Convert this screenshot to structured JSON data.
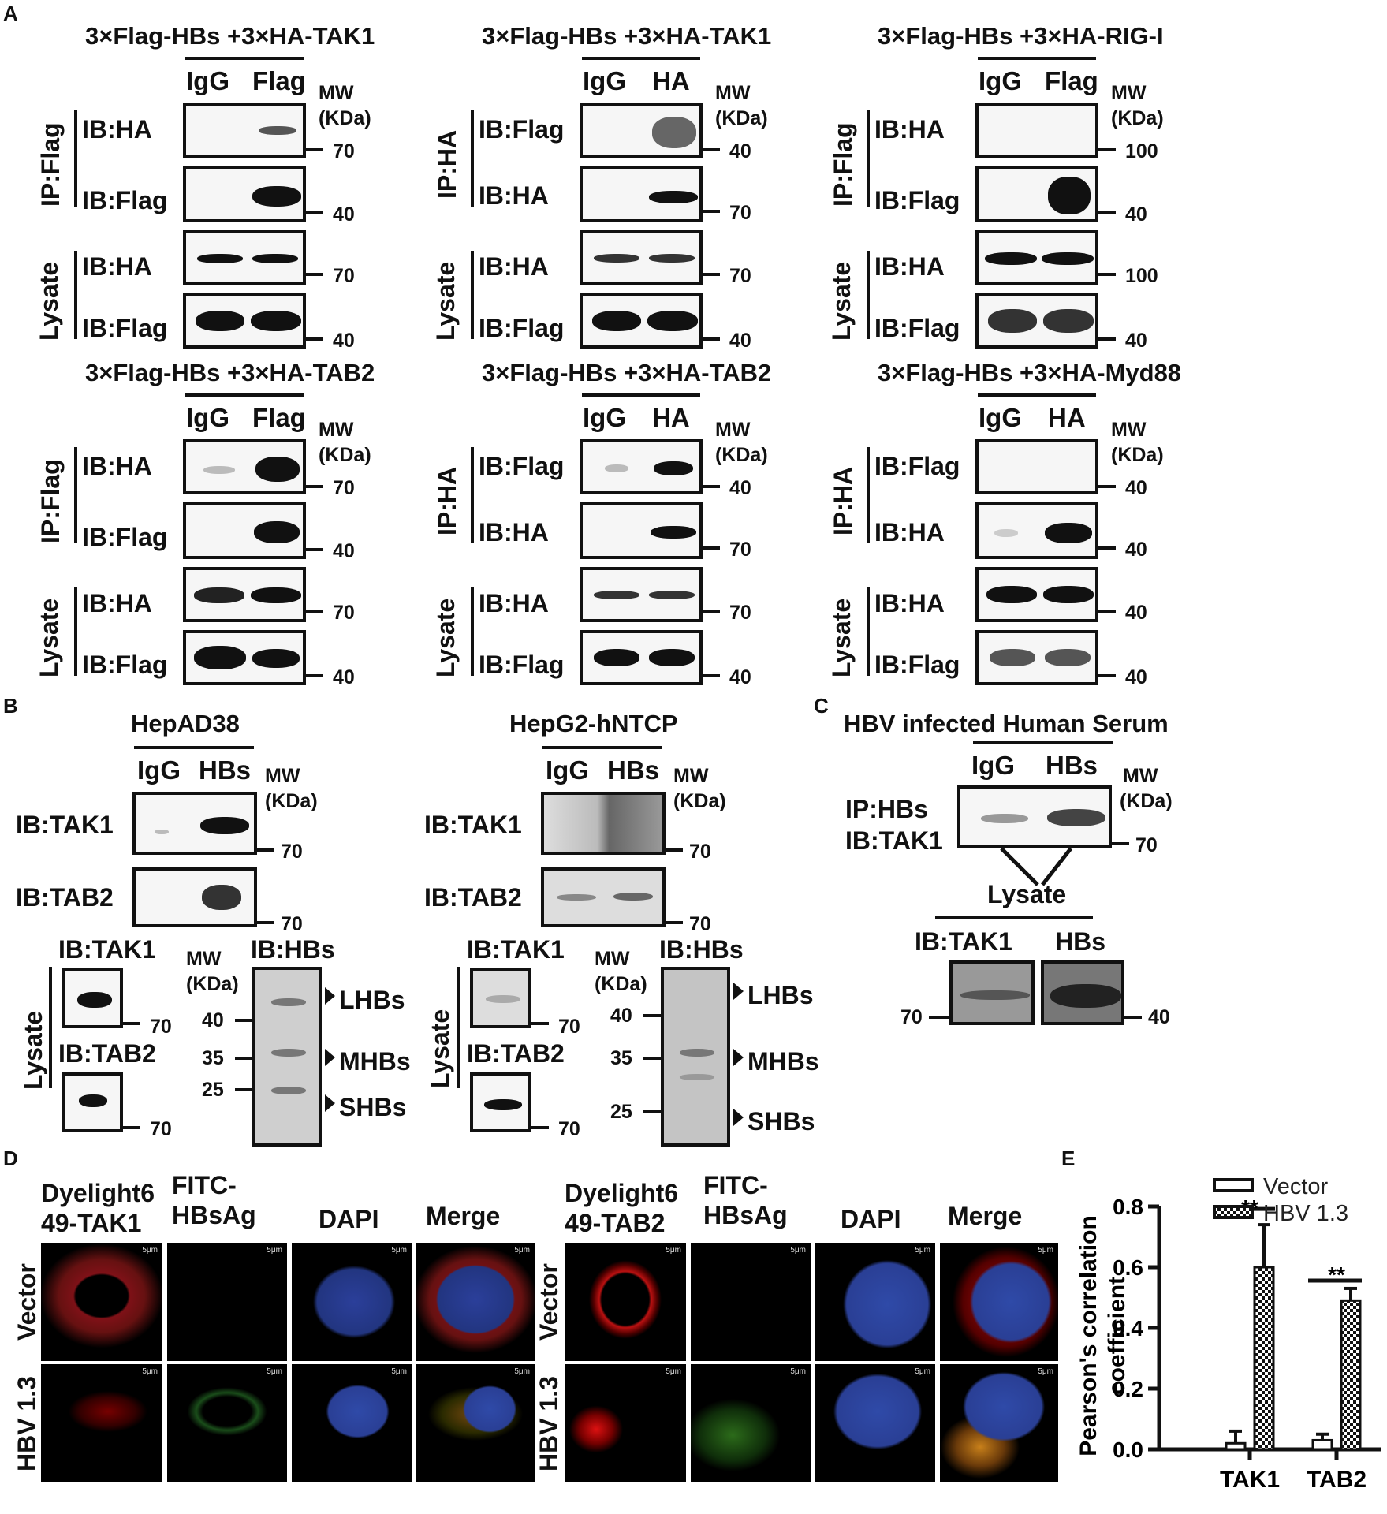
{
  "panels": {
    "A": "A",
    "B": "B",
    "C": "C",
    "D": "D",
    "E": "E"
  },
  "panelA": {
    "titles": [
      "3×Flag-HBs +3×HA-TAK1",
      "3×Flag-HBs +3×HA-TAK1",
      "3×Flag-HBs +3×HA-RIG-I",
      "3×Flag-HBs +3×HA-TAB2",
      "3×Flag-HBs +3×HA-TAB2",
      "3×Flag-HBs +3×HA-Myd88"
    ],
    "lanes_flag": [
      "IgG",
      "Flag"
    ],
    "lanes_ha": [
      "IgG",
      "HA"
    ],
    "ip_flag": "IP:Flag",
    "ip_ha": "IP:HA",
    "lysate": "Lysate",
    "ib_ha": "IB:HA",
    "ib_flag": "IB:Flag",
    "mw": "MW",
    "kda": "(KDa)",
    "m70": "70",
    "m40": "40",
    "m100": "100"
  },
  "panelB": {
    "title1": "HepAD38",
    "title2": "HepG2-hNTCP",
    "lanes": [
      "IgG",
      "HBs"
    ],
    "ib_tak1": "IB:TAK1",
    "ib_tab2": "IB:TAB2",
    "ib_hbs": "IB:HBs",
    "lysate": "Lysate",
    "mw": "MW",
    "kda": "(KDa)",
    "m70": "70",
    "m40": "40",
    "m35": "35",
    "m25": "25",
    "lhbs": "LHBs",
    "mhbs": "MHBs",
    "shbs": "SHBs"
  },
  "panelC": {
    "title": "HBV infected Human Serum",
    "lanes": [
      "IgG",
      "HBs"
    ],
    "ip": "IP:HBs",
    "ib": "IB:TAK1",
    "lysate": "Lysate",
    "lys_ib": "IB:TAK1",
    "lys_hbs": "HBs",
    "mw": "MW",
    "kda": "(KDa)",
    "m70": "70",
    "m40": "40"
  },
  "panelD": {
    "cols_left": [
      "Dyelight6\n49-TAK1",
      "FITC-\nHBsAg",
      "DAPI",
      "Merge"
    ],
    "cols_right": [
      "Dyelight6\n49-TAB2",
      "FITC-\nHBsAg",
      "DAPI",
      "Merge"
    ],
    "rows": [
      "Vector",
      "HBV 1.3"
    ],
    "scale": "5μm"
  },
  "chart_data": {
    "type": "bar",
    "categories": [
      "TAK1",
      "TAB2"
    ],
    "series": [
      {
        "name": "Vector",
        "values": [
          0.02,
          0.03
        ],
        "errors": [
          0.04,
          0.02
        ],
        "pattern": "white"
      },
      {
        "name": "HBV 1.3",
        "values": [
          0.6,
          0.49
        ],
        "errors": [
          0.14,
          0.04
        ],
        "pattern": "checker"
      }
    ],
    "ylabel": "Pearson's correlation coefficient",
    "ylim": [
      0,
      0.8
    ],
    "yticks": [
      "0.0",
      "0.2",
      "0.4",
      "0.6",
      "0.8"
    ],
    "significance": [
      "**",
      "**"
    ],
    "legend": "top"
  }
}
